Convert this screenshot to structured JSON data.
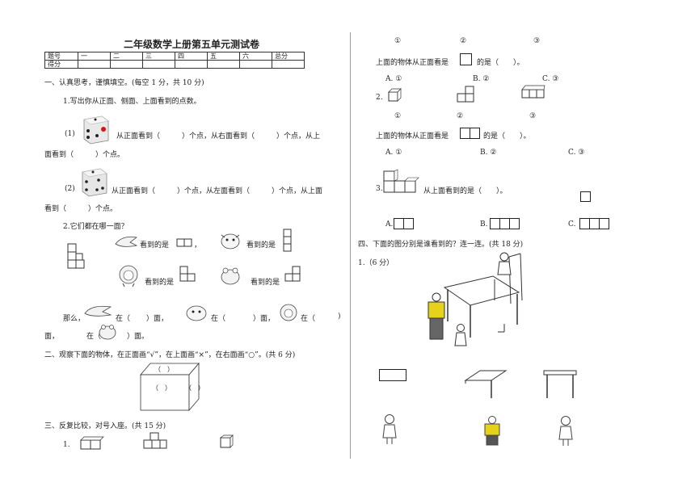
{
  "title": "二年级数学上册第五单元测试卷",
  "score_table": {
    "row1": [
      "题号",
      "一",
      "二",
      "三",
      "四",
      "五",
      "六",
      "总分"
    ],
    "row2": [
      "得分",
      "",
      "",
      "",
      "",
      "",
      "",
      ""
    ]
  },
  "left": {
    "sec1": "一、认真思考，谨慎填空。(每空 1 分，共 10 分)",
    "q1": "1.写出你从正面、侧面、上面看到的点数。",
    "q1a_num": "(1)",
    "q1a_line1": "从正面看到（　　　）个点，从右面看到（　　　）个点，从上",
    "q1a_line2": "面看到（　　　）个点。",
    "q1b_num": "(2)",
    "q1b_line1": "从正面看到（　　　）个点，从左面看到（　　　）个点，从上面",
    "q1b_line2": "看到（　　　）个点。",
    "q2": "2.它们都在哪一面？",
    "seen1": "看到的是",
    "comma": "，",
    "seen2": "看到的是",
    "seen3": "看到的是",
    "seen4": "看到的是",
    "then": "那么，",
    "at": "在（",
    "face": "）面，",
    "face_end": "）面。",
    "mian": "面，",
    "sec2": "二、观察下面的物体，在正面画“√”，在上面画“×”，在右面画“○”。(共 6 分)",
    "paren": "（　）",
    "sec3": "三、反复比较，对号入座。(共 15 分)",
    "q3_1": "1."
  },
  "right": {
    "n1": "①",
    "n2": "②",
    "n3": "③",
    "r1_text_a": "上面的物体从正面看是",
    "r1_text_b": "的是（　　）。",
    "r1_opts": [
      "A. ①",
      "B. ②",
      "C. ③"
    ],
    "q2": "2.",
    "r2_text_a": "上面的物体从正面看是",
    "r2_text_b": "的是（　　）。",
    "r2_opts": [
      "A. ①",
      "B. ②",
      "C. ③"
    ],
    "q3": "3.",
    "r3_text": "从上面看到的是（　　）。",
    "r3_opts": [
      "A.",
      "B.",
      "C."
    ],
    "sec4": "四、下面的图分别是谁看到的？连一连。(共 18 分)",
    "q4_1": "1.（6 分）"
  }
}
